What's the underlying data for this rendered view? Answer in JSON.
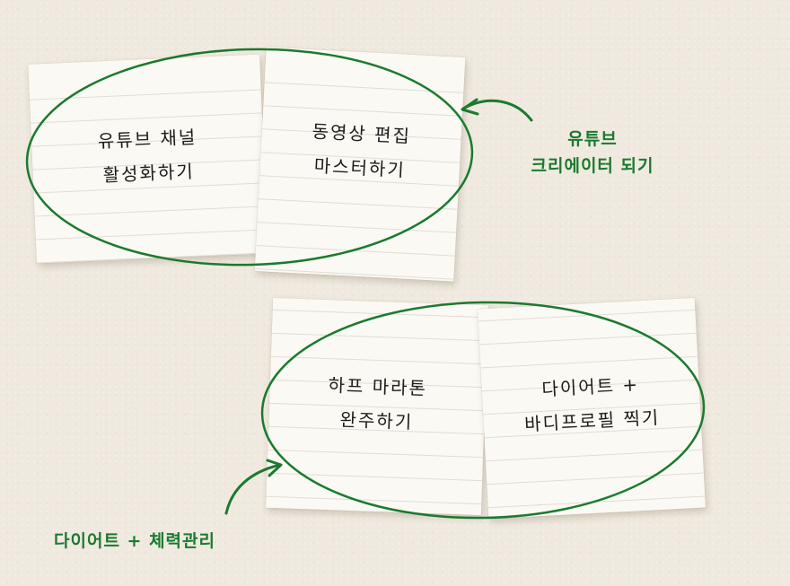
{
  "notes": [
    {
      "line1": "유튜브 채널",
      "line2": "활성화하기"
    },
    {
      "line1": "동영상 편집",
      "line2": "마스터하기"
    },
    {
      "line1": "하프 마라톤",
      "line2": "완주하기"
    },
    {
      "line1": "다이어트 +",
      "line2": "바디프로필 찍기"
    }
  ],
  "labels": {
    "youtube": {
      "line1": "유튜브",
      "line2": "크리에이터 되기"
    },
    "fitness": {
      "line1": "다이어트 + 체력관리"
    }
  },
  "colors": {
    "ink": "#1a7a2e",
    "paper": "#fbf9f3",
    "background": "#efe9df"
  }
}
